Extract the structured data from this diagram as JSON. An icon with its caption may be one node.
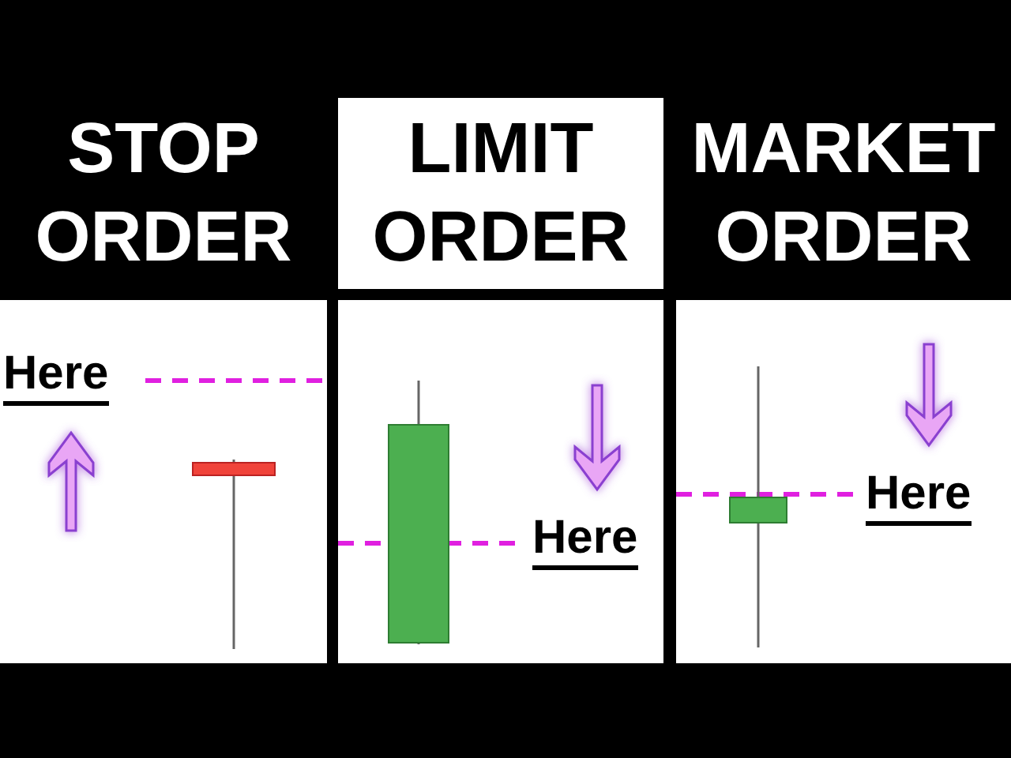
{
  "diagram": {
    "nodes": [
      {
        "text": [
          "LIMIT ORDER"
        ]
      },
      {
        "text": [
          "Here"
        ]
      },
      {
        "text": [
          "Here"
        ]
      },
      {
        "text": [
          "Here"
        ]
      }
    ],
    "labels": [
      "STOP ORDER",
      "MARKET ORDER"
    ]
  }
}
